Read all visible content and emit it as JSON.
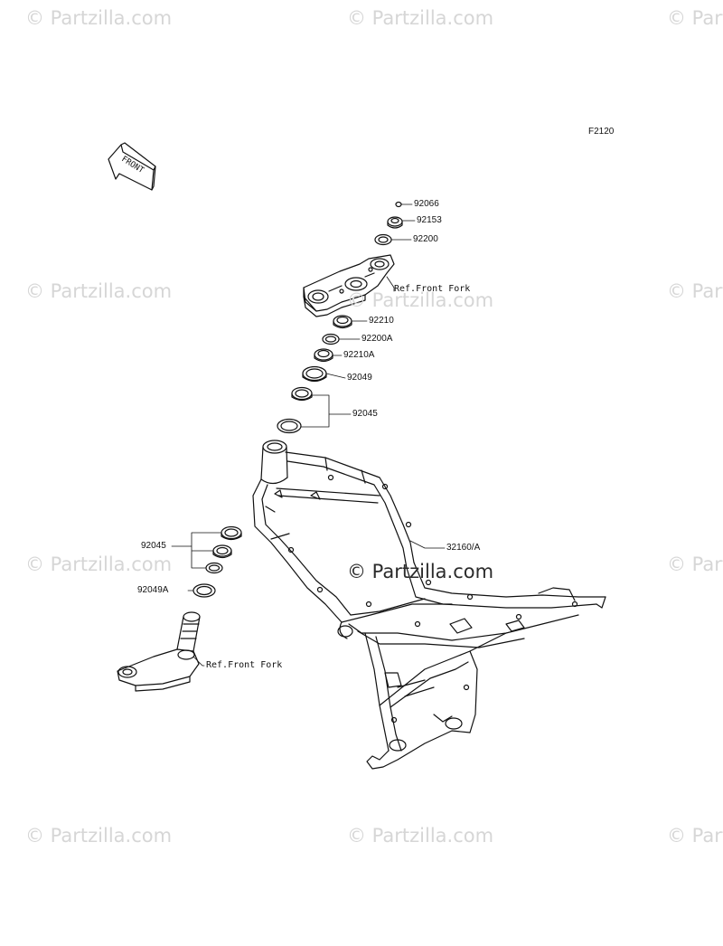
{
  "figure_id": "F2120",
  "front_arrow_text": "FRONT",
  "watermark": "© Partzilla.com",
  "center_watermark": "© Partzilla.com",
  "parts": {
    "p92066": "92066",
    "p92153": "92153",
    "p92200": "92200",
    "ref_top": "Ref.Front Fork",
    "p92210": "92210",
    "p92200A": "92200A",
    "p92210A": "92210A",
    "p92049": "92049",
    "p92045_top": "92045",
    "p32160": "32160/A",
    "p92045_left": "92045",
    "p92049A": "92049A",
    "ref_bottom": "Ref.Front Fork"
  }
}
